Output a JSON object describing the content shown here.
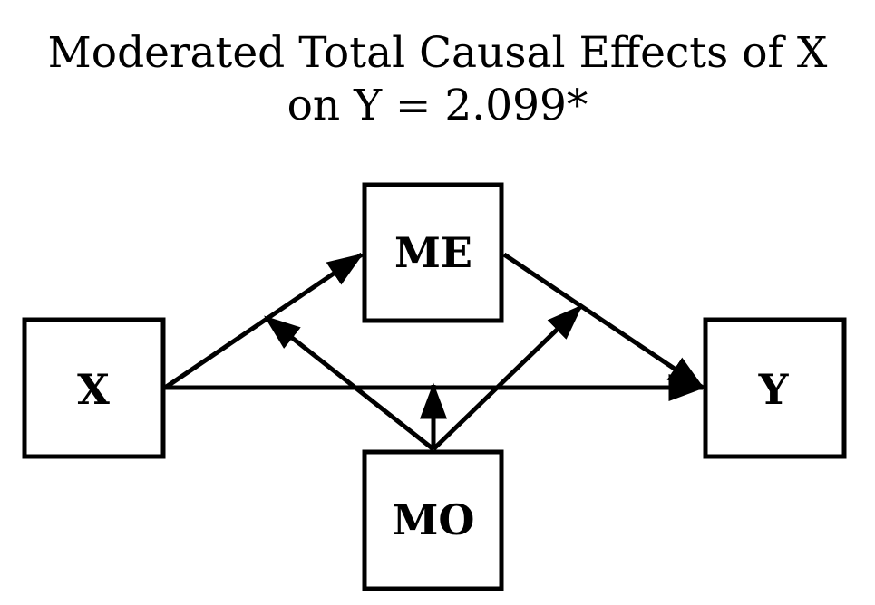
{
  "title": {
    "line1": "Moderated Total Causal Effects of X",
    "line2": "on Y = 2.099*"
  },
  "nodes": {
    "x": "X",
    "me": "ME",
    "y": "Y",
    "mo": "MO"
  },
  "colors": {
    "ink": "#000000",
    "background": "#ffffff"
  }
}
